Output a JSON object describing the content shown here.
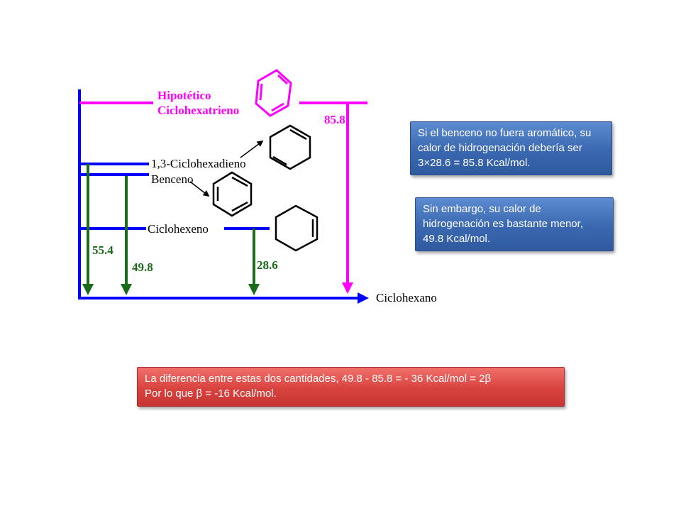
{
  "diagram": {
    "levels": {
      "hypothetical_line1": "Hipotético",
      "hypothetical_line2": "Ciclohexatrieno",
      "cyclohexadiene": "1,3-Ciclohexadieno",
      "benzene": "Benceno",
      "cyclohexene": "Ciclohexeno",
      "cyclohexane": "Ciclohexano"
    },
    "values": {
      "v_55_4": "55.4",
      "v_49_8": "49.8",
      "v_28_6": "28.6",
      "v_85_8": "85.8"
    },
    "colors": {
      "axis": "#0000ff",
      "hypothetical": "#ff00ff",
      "arrows": "#1a6b1a"
    }
  },
  "notes": {
    "note1": {
      "line1": "Si el benceno no fuera aromático, su",
      "line2": "calor de hidrogenación debería ser",
      "line3": "3×28.6  = 85.8 Kcal/mol."
    },
    "note2": {
      "line1": "Sin embargo, su calor de",
      "line2": "hidrogenación es bastante menor,",
      "line3": "49.8 Kcal/mol."
    },
    "note3": {
      "line1": "La diferencia entre estas dos cantidades, 49.8 - 85.8 = - 36 Kcal/mol = 2β",
      "line2": "Por lo que  β = -16 Kcal/mol."
    }
  }
}
